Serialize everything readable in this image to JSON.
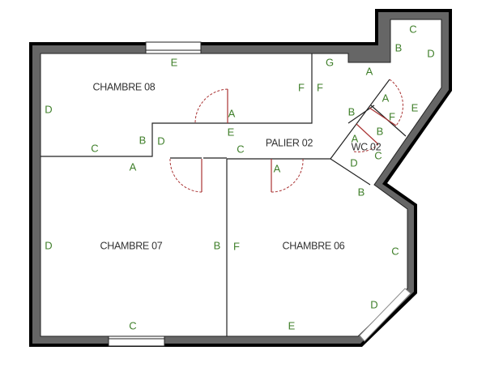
{
  "plan": {
    "rooms": [
      "CHAMBRE 08",
      "PALIER 02",
      "WC 02",
      "CHAMBRE 07",
      "CHAMBRE 06"
    ],
    "wall_labels": [
      "E",
      "D",
      "F",
      "F",
      "G",
      "A",
      "B",
      "C",
      "D",
      "A",
      "E",
      "B",
      "F",
      "B",
      "A",
      "C",
      "D",
      "B",
      "C",
      "E",
      "A",
      "B",
      "D",
      "C",
      "A",
      "A",
      "D",
      "B",
      "F",
      "C",
      "D",
      "E",
      "C"
    ],
    "colors": {
      "wall_outer": "#000000",
      "wall_fill": "#666666",
      "label": "#3f7f2a",
      "door": "#aa3333"
    }
  }
}
